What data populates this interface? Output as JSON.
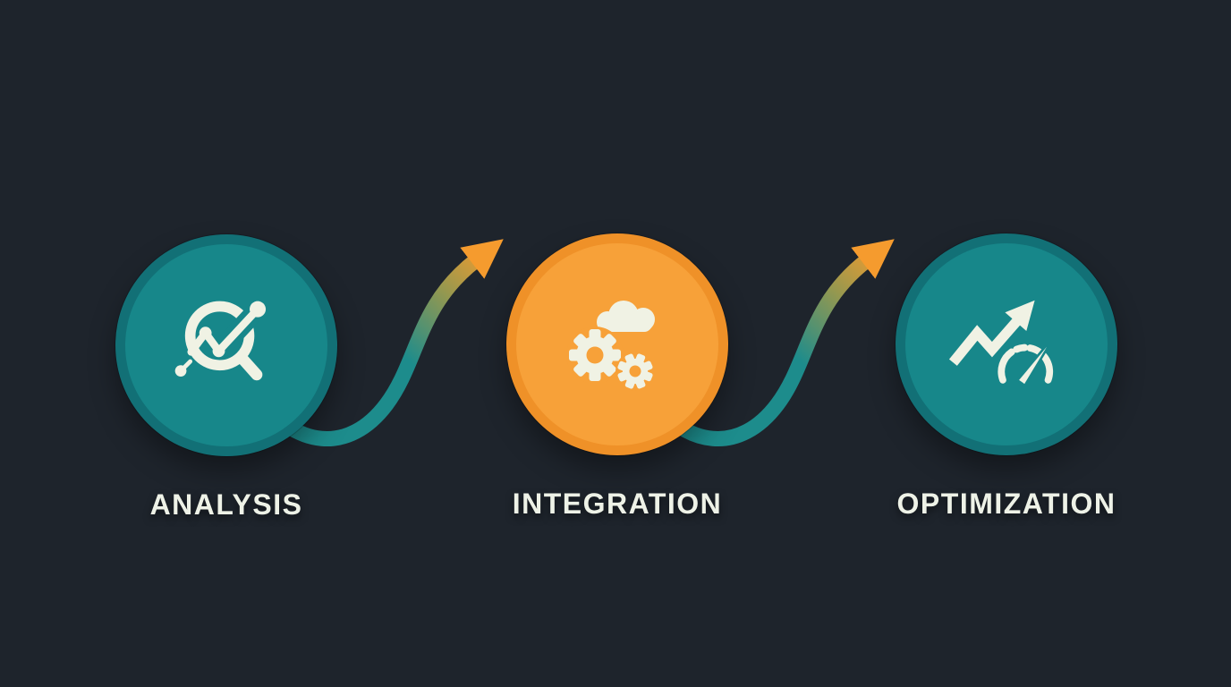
{
  "diagram": {
    "type": "process-flow",
    "steps": [
      {
        "label": "ANALYSIS",
        "icon": "magnifier-trend-icon",
        "circle_color": "#17878a"
      },
      {
        "label": "INTEGRATION",
        "icon": "cloud-gears-icon",
        "circle_color": "#f7a139"
      },
      {
        "label": "OPTIMIZATION",
        "icon": "growth-gauge-icon",
        "circle_color": "#17878a"
      }
    ],
    "connectors": [
      {
        "from": "ANALYSIS",
        "to": "INTEGRATION",
        "style": "s-curve-arrow",
        "gradient": [
          "#1d8c8c",
          "#f59b2e"
        ]
      },
      {
        "from": "INTEGRATION",
        "to": "OPTIMIZATION",
        "style": "s-curve-arrow",
        "gradient": [
          "#1d8c8c",
          "#f59b2e"
        ]
      }
    ],
    "colors": {
      "background": "#1e242c",
      "teal_rim": "#127076",
      "teal_fill": "#17878a",
      "orange_rim": "#ef9128",
      "orange_fill": "#f7a139",
      "icon_cream": "#f0f2e4",
      "label_text": "#eef2e7",
      "arrow_teal": "#1d8c8c",
      "arrow_orange": "#f59b2e"
    }
  }
}
